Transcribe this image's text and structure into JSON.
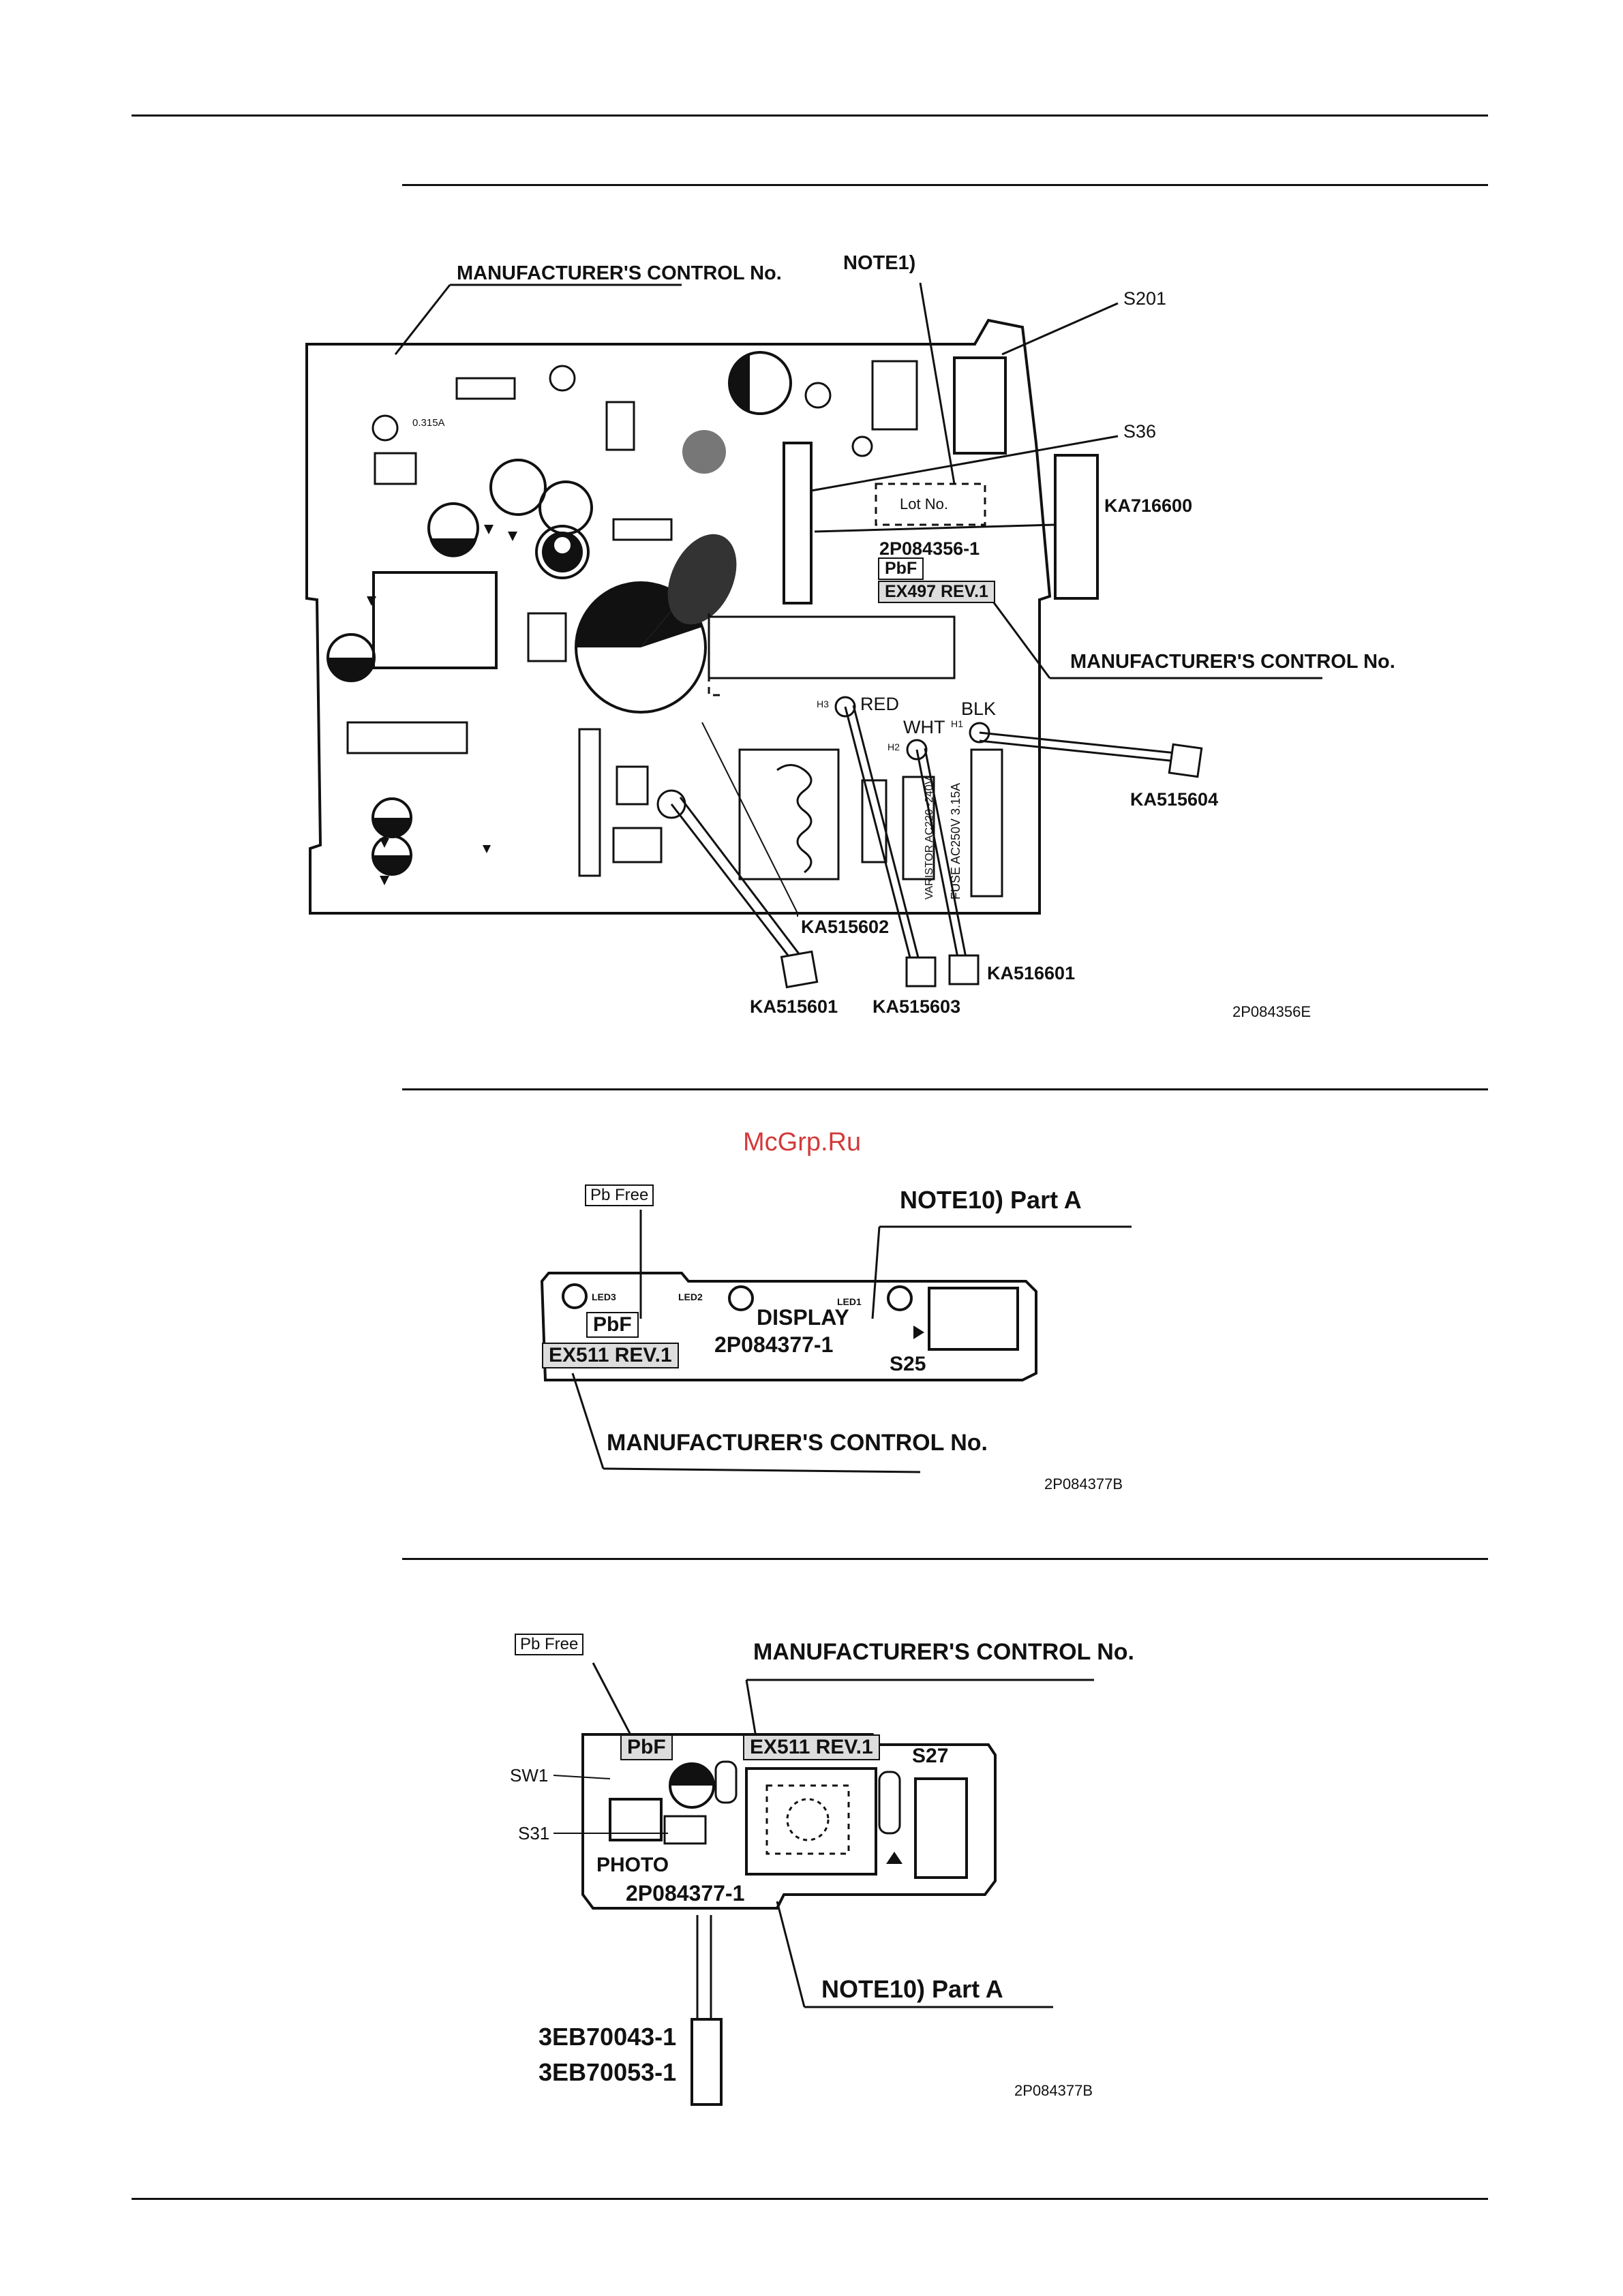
{
  "watermark": "McGrp.Ru",
  "main_pcb": {
    "manufacturer_control": "MANUFACTURER'S CONTROL No.",
    "note1": "NOTE1)",
    "s201": "S201",
    "s36": "S36",
    "ka716600": "KA716600",
    "lot_no": "Lot No.",
    "part_no": "2P084356-1",
    "pbf": "PbF",
    "rev": "EX497 REV.1",
    "manufacturer_control_2": "MANUFACTURER'S CONTROL No.",
    "red": "RED",
    "wht": "WHT",
    "blk": "BLK",
    "ka515604": "KA515604",
    "ka515602": "KA515602",
    "ka515601": "KA515601",
    "ka515603": "KA515603",
    "ka516601": "KA516601",
    "drawing_code": "2P084356E",
    "fuse_label": "FUSE AC250V 3.15A",
    "varistor_label": "VARISTOR AC220~240V",
    "fuse_small": "0.315A",
    "heat_marks": [
      "H1",
      "H2",
      "H3"
    ]
  },
  "display_pcb": {
    "pb_free": "Pb Free",
    "note10": "NOTE10) Part A",
    "pbf": "PbF",
    "display": "DISPLAY",
    "part_no": "2P084377-1",
    "rev": "EX511 REV.1",
    "s25": "S25",
    "led1": "LED1",
    "led2": "LED2",
    "led3": "LED3",
    "manufacturer_control": "MANUFACTURER'S CONTROL No.",
    "drawing_code": "2P084377B"
  },
  "photo_pcb": {
    "pb_free": "Pb Free",
    "manufacturer_control": "MANUFACTURER'S CONTROL No.",
    "pbf": "PbF",
    "rev": "EX511 REV.1",
    "s27": "S27",
    "sw1": "SW1",
    "s31": "S31",
    "photo": "PHOTO",
    "part_no": "2P084377-1",
    "note10": "NOTE10) Part A",
    "part_a": "3EB70043-1",
    "part_b": "3EB70053-1",
    "drawing_code": "2P084377B"
  }
}
